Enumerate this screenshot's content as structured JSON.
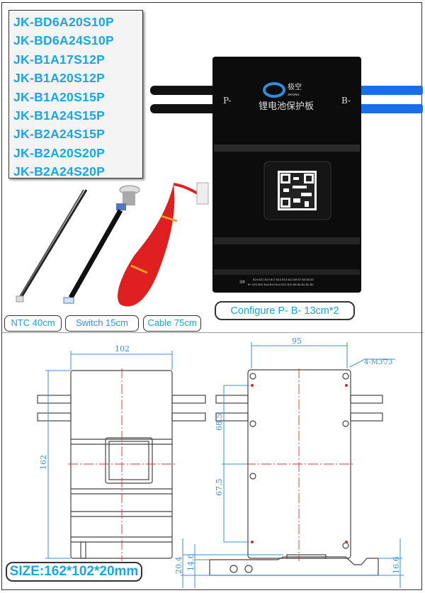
{
  "models": [
    "JK-BD6A20S10P",
    "JK-BD6A24S10P",
    "JK-B1A17S12P",
    "JK-B1A20S12P",
    "JK-B1A20S15P",
    "JK-B1A24S15P",
    "JK-B2A24S15P",
    "JK-B2A20S20P",
    "JK-B2A24S20P"
  ],
  "board": {
    "brand_cn": "极空",
    "brand_en": "JIKONG",
    "title_cn": "锂电池保护板",
    "p_label": "P-",
    "b_label": "B-",
    "pins_top": "B24 B21 B19 B17 B15 B13 B11 B9 B7 B5 B3 B1",
    "pins_bottom": "B+ B23 B20 B18 B16 B14 B12 B10 B8 B6 B4 B2 B0",
    "pin_prefix": "温度"
  },
  "accessories": {
    "ntc": "NTC 40cm",
    "switch": "Switch 15cm",
    "cable": "Cable 75cm",
    "configure": "Configure P- B- 13cm*2"
  },
  "drawing": {
    "width": "102",
    "hole_span": "95",
    "height": "162",
    "hole_note": "4-M3▽3",
    "upper": "68.5",
    "lower": "67.5",
    "h1": "20.4",
    "h2": "14.6",
    "h3": "16.6"
  },
  "size_label": "SIZE:162*102*20mm",
  "colors": {
    "accent": "#16a6ea",
    "wire_blue": "#1a6fe8",
    "dim_blue": "#3a8fd8",
    "center_red": "#e03030"
  }
}
